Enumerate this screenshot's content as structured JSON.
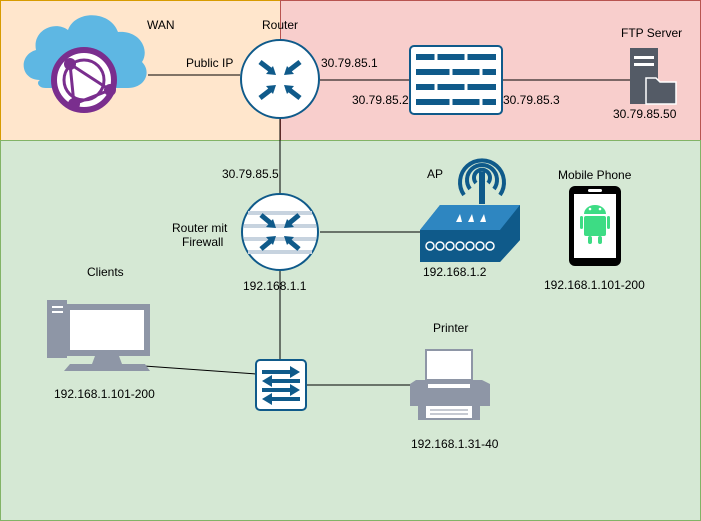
{
  "zones": {
    "wan_color": "#ffe6cc",
    "wan_border": "#d79b00",
    "dmz_color": "#f8cecc",
    "dmz_border": "#b85450",
    "lan_color": "#d5e8d4",
    "lan_border": "#82b366"
  },
  "colors": {
    "device_blue": "#0f5a8a",
    "cloud_blue": "#5eb7e3",
    "globe_purple": "#7a2e8e",
    "line": "#000000",
    "gray_device": "#8e96a6"
  },
  "nodes": {
    "wan": {
      "label": "WAN",
      "icon": "cloud-globe-icon"
    },
    "router": {
      "label": "Router",
      "icon": "router-icon"
    },
    "firewall": {
      "icon": "firewall-icon"
    },
    "ftp_server": {
      "label": "FTP Server",
      "ip": "30.79.85.50",
      "icon": "server-icon"
    },
    "router_firewall": {
      "label_line1": "Router mit",
      "label_line2": "Firewall",
      "ip_top": "30.79.85.5",
      "ip": "192.168.1.1",
      "icon": "router-firewall-icon"
    },
    "ap": {
      "label": "AP",
      "ip": "192.168.1.2",
      "icon": "access-point-icon"
    },
    "mobile": {
      "label": "Mobile Phone",
      "ip": "192.168.1.101-200",
      "icon": "android-phone-icon"
    },
    "clients": {
      "label": "Clients",
      "ip": "192.168.1.101-200",
      "icon": "desktop-pc-icon"
    },
    "switch": {
      "icon": "switch-icon"
    },
    "printer": {
      "label": "Printer",
      "ip": "192.168.1.31-40",
      "icon": "printer-icon"
    }
  },
  "links": {
    "wan_router": "Public IP",
    "router_fw": "30.79.85.1",
    "fw_left": "30.79.85.2",
    "fw_right": "30.79.85.3"
  }
}
